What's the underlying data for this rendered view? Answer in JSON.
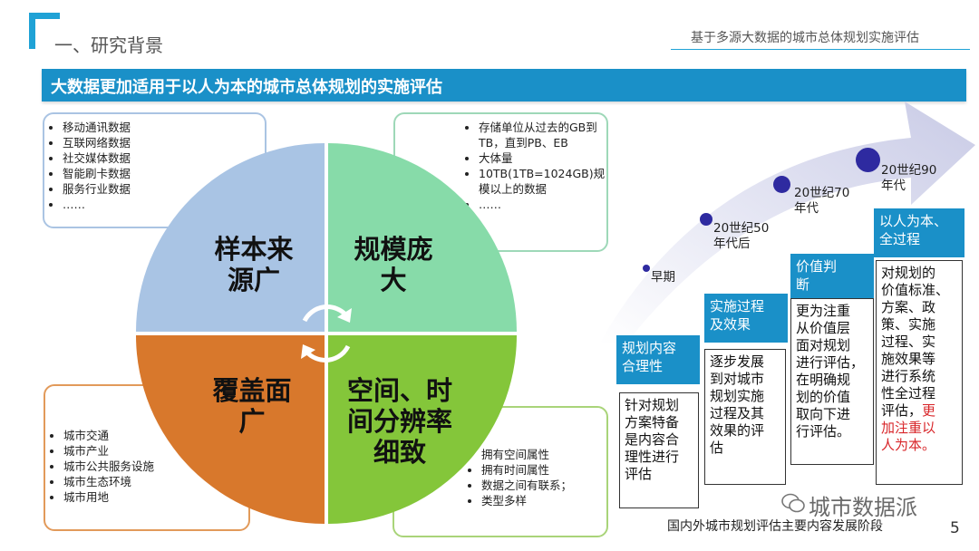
{
  "header": {
    "section_title": "一、研究背景",
    "doc_title": "基于多源大数据的城市总体规划实施评估"
  },
  "banner": {
    "title": "大数据更加适用于以人为本的城市总体规划的实施评估"
  },
  "quadrants": {
    "top_left": "样本来\n源广",
    "top_right": "规模庞\n大",
    "bottom_left": "覆盖面\n广",
    "bottom_right": "空间、时\n间分辨率\n细致"
  },
  "boxes": {
    "top_left": [
      "移动通讯数据",
      "互联网络数据",
      "社交媒体数据",
      "智能刷卡数据",
      "服务行业数据",
      "……"
    ],
    "top_right": [
      "存储单位从过去的GB到TB，直到PB、EB",
      "大体量",
      "10TB(1TB=1024GB)规模以上的数据",
      "……"
    ],
    "bottom_left": [
      "城市交通",
      "城市产业",
      "城市公共服务设施",
      "城市生态环境",
      "城市用地"
    ],
    "bottom_right": [
      "拥有空间属性",
      "拥有时间属性",
      "数据之间有联系；",
      "类型多样"
    ]
  },
  "timeline": {
    "points": [
      "早期",
      "20世纪50\n年代后",
      "20世纪70\n年代",
      "20世纪90\n年代"
    ]
  },
  "stages": [
    {
      "head": "规划内容\n合理性",
      "body": "针对规划\n方案特备\n是内容合\n理性进行\n评估",
      "red": ""
    },
    {
      "head": "实施过程\n及效果",
      "body": "逐步发展\n到对城市\n规划实施\n过程及其\n效果的评\n估",
      "red": ""
    },
    {
      "head": "价值判\n断",
      "body": "更为注重\n从价值层\n面对规划\n进行评估，\n在明确规\n划的价值\n取向下进\n行评估。",
      "red": ""
    },
    {
      "head": "以人为本、\n全过程",
      "body": "对规划的\n价值标准、\n方案、政\n策、实施\n过程、实\n施效果等\n进行系统\n性全过程\n评估，",
      "red": "更\n加注重以\n人为本。"
    }
  ],
  "caption": "国内外城市规划评估主要内容发展阶段",
  "watermark": "城市数据派",
  "page_number": "5",
  "colors": {
    "accent": "#1a90c8",
    "quad_top_left": "#a9c4e4",
    "quad_top_right": "#87dba9",
    "quad_bottom_left": "#d8782c",
    "quad_bottom_right": "#84c63a",
    "dot": "#2e2aa0",
    "highlight_red": "#d8262a"
  }
}
